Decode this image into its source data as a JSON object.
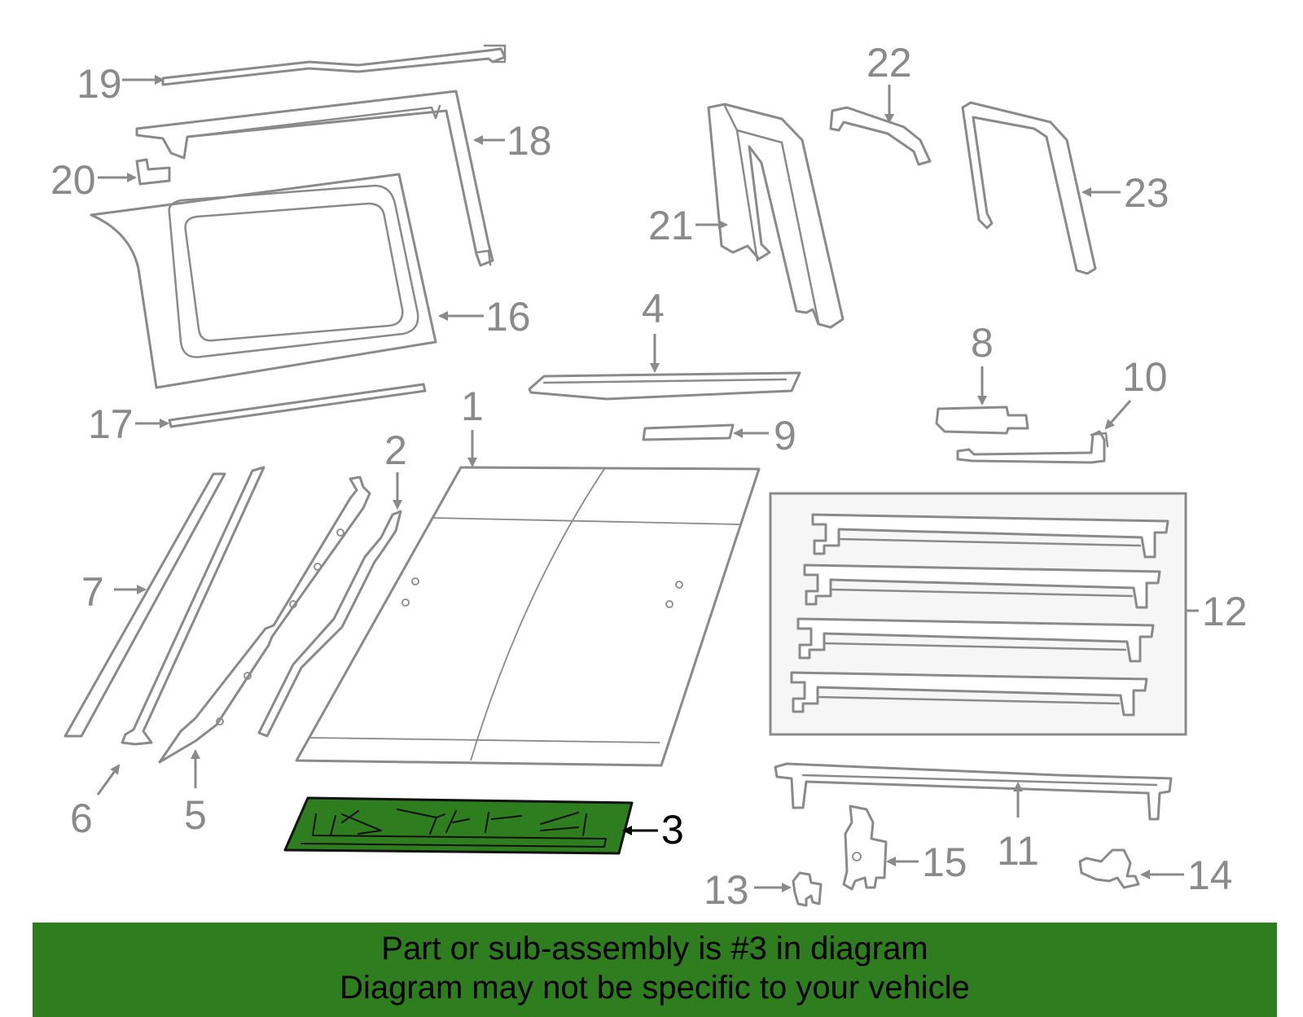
{
  "callouts": {
    "c1": "1",
    "c2": "2",
    "c3": "3",
    "c4": "4",
    "c5": "5",
    "c6": "6",
    "c7": "7",
    "c8": "8",
    "c9": "9",
    "c10": "10",
    "c11": "11",
    "c12": "12",
    "c13": "13",
    "c14": "14",
    "c15": "15",
    "c16": "16",
    "c17": "17",
    "c18": "18",
    "c19": "19",
    "c20": "20",
    "c21": "21",
    "c22": "22",
    "c23": "23"
  },
  "highlighted_part": "3",
  "colors": {
    "highlight": "#2e7d1e",
    "lines": "#8a8a8a",
    "banner": "#2e7d1e"
  },
  "banner": {
    "line1": "Part or sub-assembly is #3 in diagram",
    "line2": "Diagram may not be specific to your vehicle"
  }
}
